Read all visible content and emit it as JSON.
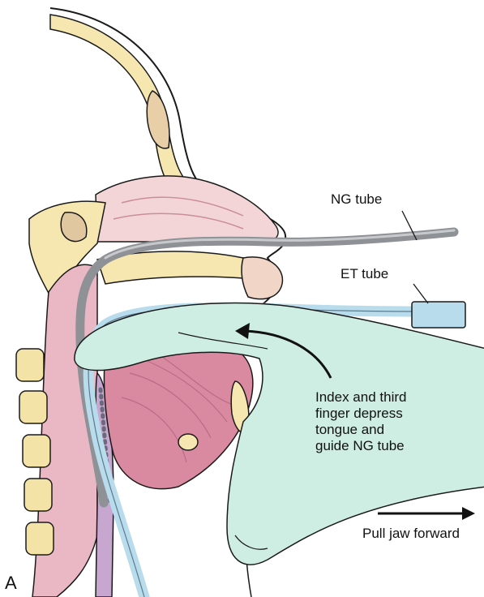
{
  "figure": {
    "panel_letter": "A",
    "labels": {
      "ng_tube": "NG tube",
      "et_tube": "ET tube",
      "instruction_lines": [
        "Index and third",
        "finger depress",
        "tongue and",
        "guide NG tube"
      ],
      "pull_jaw": "Pull jaw forward"
    },
    "colors": {
      "skin_outline": "#1a1a1a",
      "bone": "#f6e7b0",
      "nasal_mucosa": "#f3d5d8",
      "tongue": "#d98aa0",
      "pharynx": "#eab8c5",
      "glove": "#cfeee3",
      "ng_tube": "#8e9196",
      "et_tube": "#b9dced",
      "vertebra": "#f4e3a6",
      "arrow": "#111111"
    }
  }
}
